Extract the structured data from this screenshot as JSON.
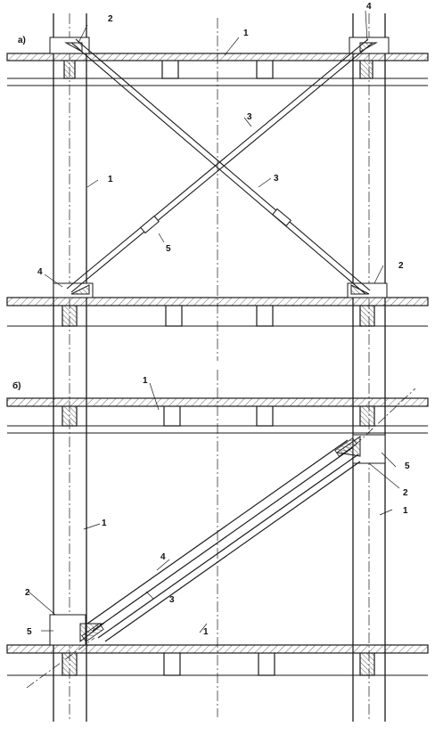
{
  "figures": [
    {
      "panel_label": "а)",
      "callouts": [
        "1",
        "1",
        "2",
        "3",
        "3",
        "4",
        "4",
        "5",
        "2"
      ]
    },
    {
      "panel_label": "б)",
      "callouts": [
        "1",
        "1",
        "1",
        "1",
        "2",
        "2",
        "3",
        "4",
        "5",
        "5"
      ]
    }
  ],
  "colors": {
    "line": "#1a1a1a",
    "hatch": "#4a4a4a",
    "paper": "#ffffff"
  }
}
